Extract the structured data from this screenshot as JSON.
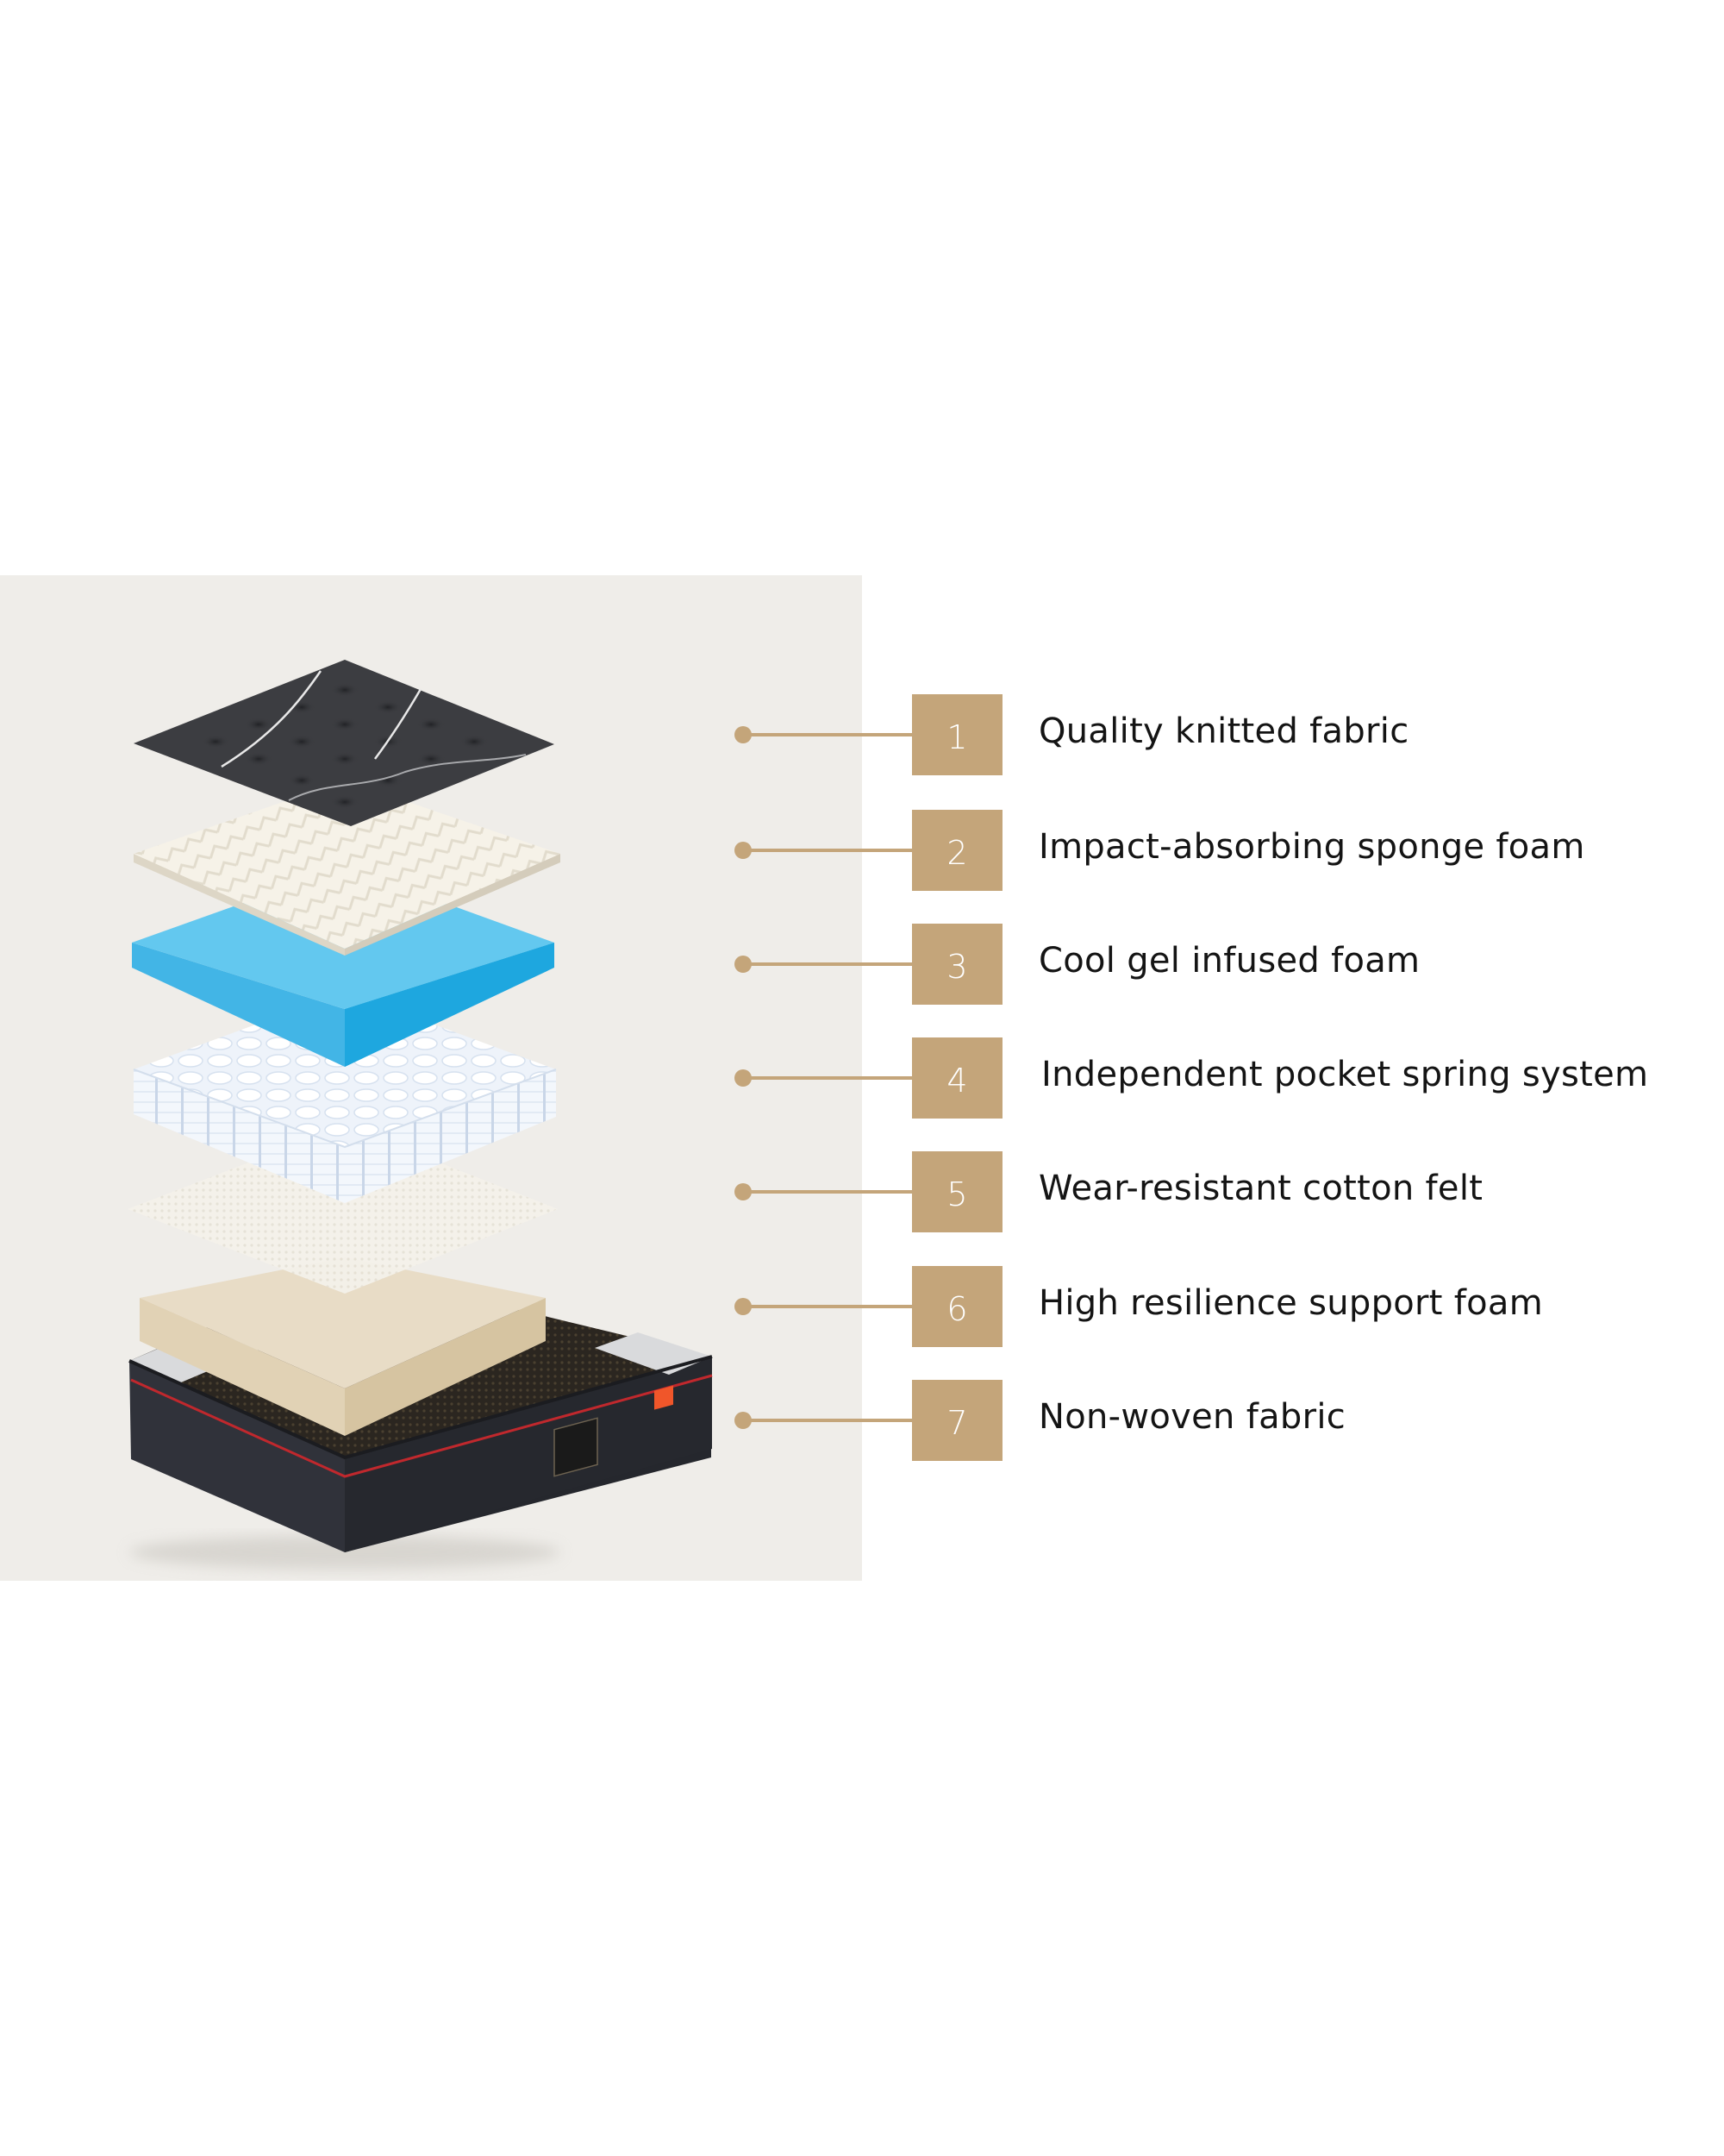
{
  "colors": {
    "panel_background": "#efede9",
    "accent_gold": "#c4a57a",
    "label_text": "#141414",
    "number_text": "#ffffff",
    "gel_blue_top": "#63c8ef",
    "gel_blue_left": "#42b5e6",
    "gel_blue_right": "#1ea7df",
    "support_foam_top": "#e8dcc6",
    "support_foam_left": "#e1d2b5",
    "support_foam_right": "#d6c4a1",
    "fabric_dark": "#3a3b3e",
    "base_dark": "#2b2d33",
    "base_stripe_red": "#c0282d",
    "brand_tag_orange": "#f0562a"
  },
  "layers": [
    {
      "number": "1",
      "label": "Quality knitted fabric",
      "icon": "knitted-fabric-layer"
    },
    {
      "number": "2",
      "label": "Impact-absorbing sponge foam",
      "icon": "sponge-foam-layer"
    },
    {
      "number": "3",
      "label": "Cool gel infused foam",
      "icon": "gel-foam-layer"
    },
    {
      "number": "4",
      "label": "Independent pocket spring system",
      "icon": "pocket-spring-layer"
    },
    {
      "number": "5",
      "label": "Wear-resistant cotton felt",
      "icon": "cotton-felt-layer"
    },
    {
      "number": "6",
      "label": "High resilience support foam",
      "icon": "support-foam-layer"
    },
    {
      "number": "7",
      "label": "Non-woven fabric",
      "icon": "mattress-base-layer"
    }
  ]
}
